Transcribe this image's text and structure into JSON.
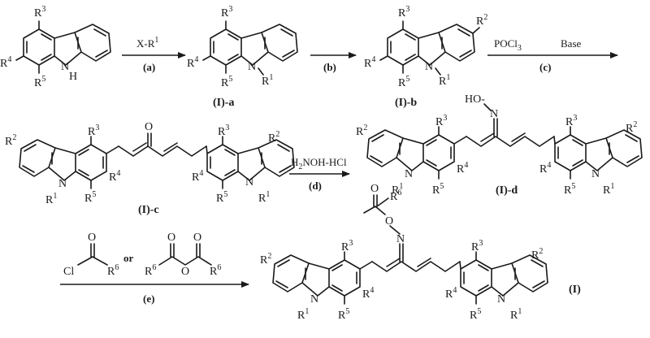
{
  "compounds": {
    "start": {
      "sub_r3": "3",
      "sub_r4": "4",
      "sub_r5": "5",
      "nh": "H"
    },
    "ia": {
      "label": "(I)-a",
      "sub_r1": "1",
      "sub_r3": "3",
      "sub_r4": "4",
      "sub_r5": "5"
    },
    "ib": {
      "label": "(I)-b",
      "sub_r1": "1",
      "sub_r2": "2",
      "sub_r3": "3",
      "sub_r4": "4",
      "sub_r5": "5"
    },
    "ic": {
      "label": "(I)-c",
      "carbonyl": "O"
    },
    "id": {
      "label": "(I)-d",
      "oxime": "HO"
    },
    "final": {
      "label": "(I)",
      "r6": "6"
    }
  },
  "steps": {
    "a": {
      "reagent": "X-R",
      "reagent_sup": "1",
      "label": "(a)"
    },
    "b": {
      "label": "(b)"
    },
    "c": {
      "reagent1": "POCl",
      "reagent1_sub": "3",
      "reagent2": "Base",
      "label": "(c)"
    },
    "d": {
      "reagent": "H",
      "reagent_sub": "2",
      "reagent_rest": "NOH-HCl",
      "label": "(d)"
    },
    "e": {
      "or": "or",
      "label": "(e)",
      "acyl_cl": "Cl",
      "r6": "6"
    }
  },
  "atoms": {
    "R": "R",
    "N": "N",
    "O": "O",
    "H": "H"
  }
}
